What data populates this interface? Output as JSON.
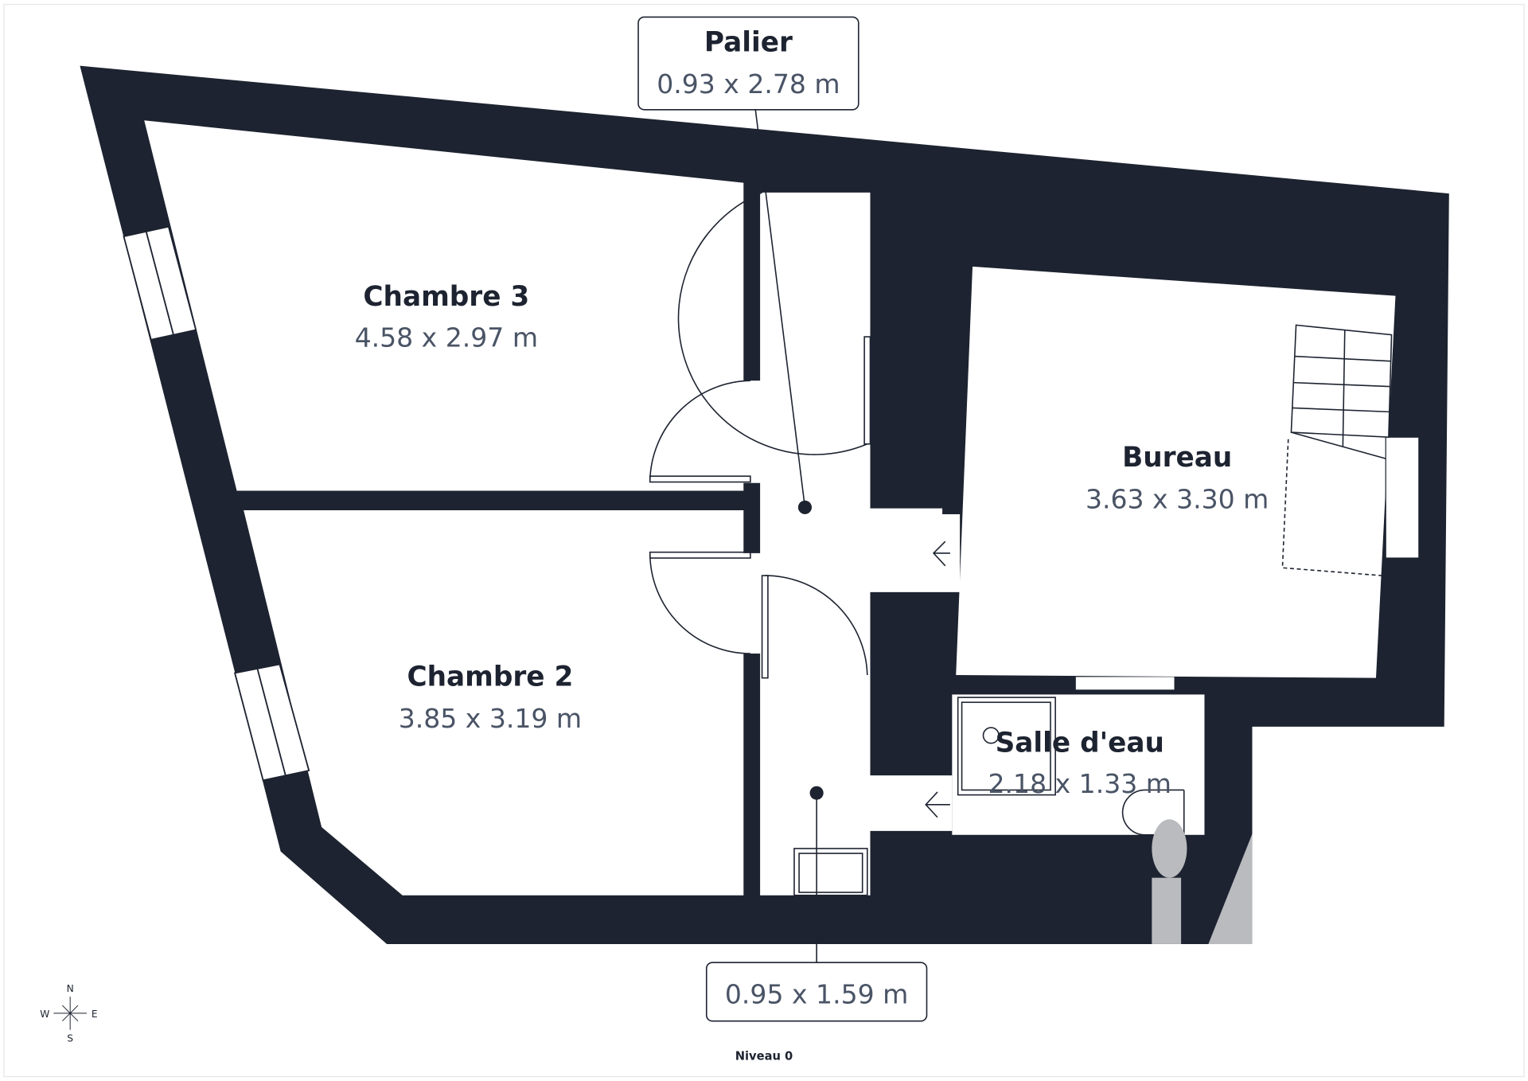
{
  "colors": {
    "wall": "#1d2330",
    "room": "#ffffff",
    "text_dim": "#4a5466"
  },
  "rooms": [
    {
      "name": "Palier",
      "dims": "0.93 x 2.78 m"
    },
    {
      "name": "Chambre 3",
      "dims": "4.58 x 2.97 m"
    },
    {
      "name": "Bureau",
      "dims": "3.63 x 3.30 m"
    },
    {
      "name": "Chambre 2",
      "dims": "3.85 x 3.19 m"
    },
    {
      "name": "Salle d'eau",
      "dims": "2.18 x 1.33 m"
    }
  ],
  "unnamed_room": {
    "dims": "0.95 x 1.59 m"
  },
  "compass": {
    "n": "N",
    "s": "S",
    "e": "E",
    "w": "W"
  },
  "level": "Niveau 0"
}
